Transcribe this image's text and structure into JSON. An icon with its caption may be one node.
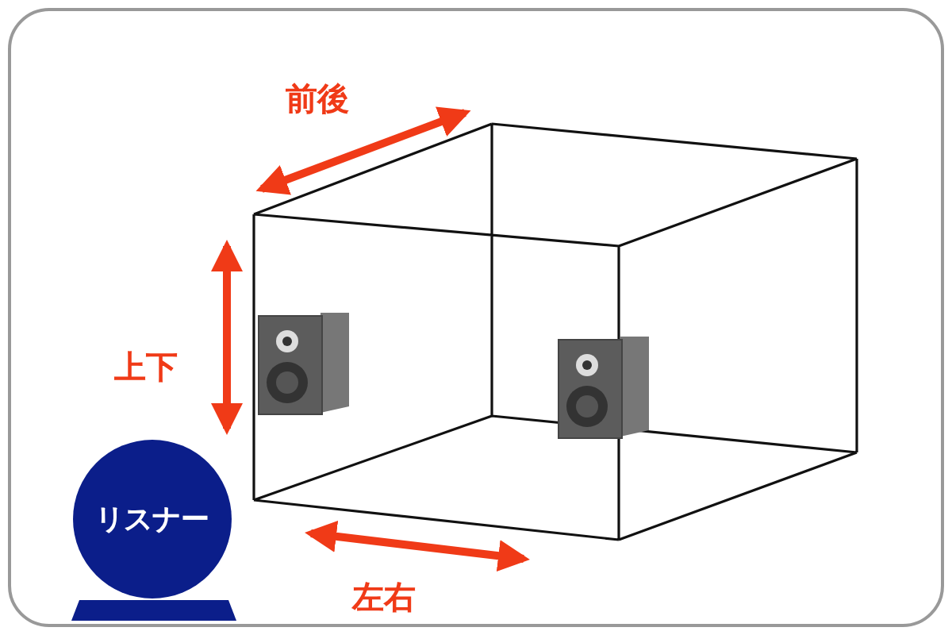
{
  "diagram": {
    "nodes": [
      {
        "text": [
          "リスナー"
        ]
      }
    ],
    "labels": [
      "前後",
      "上下",
      "左右"
    ]
  }
}
